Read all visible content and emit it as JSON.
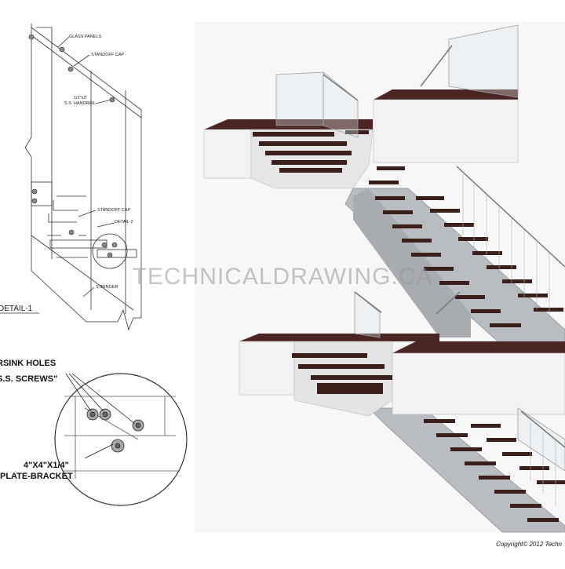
{
  "detail_labels": {
    "glass_panels": "GLASS PANELS",
    "standoff_cap_top": "STANDOFF CAP",
    "handrail_size": "1/2\"x2\"",
    "handrail_name": "S.S. HANDRAIL",
    "standoff_cap_mid": "STANDOFF CAP",
    "detail_2": "DETAIL-2",
    "stringer": "STRINGER",
    "detail_1": "DETAIL-1"
  },
  "zoom_labels": {
    "holes_line1": "RSINK HOLES",
    "holes_line2": "S.S. SCREWS\"",
    "bracket_line1": "4\"X4\"X1/4\"",
    "bracket_line2": "PLATE-BRACKET"
  },
  "watermark": "TECHNICALDRAWING.CA",
  "copyright": "Copyright© 2012 Techn",
  "colors": {
    "tread": "#3a1f1a",
    "landing_top": "#4a2521",
    "landing_side": "#f2f2f2",
    "stringer": "#b9bcc0",
    "line": "#333333"
  }
}
